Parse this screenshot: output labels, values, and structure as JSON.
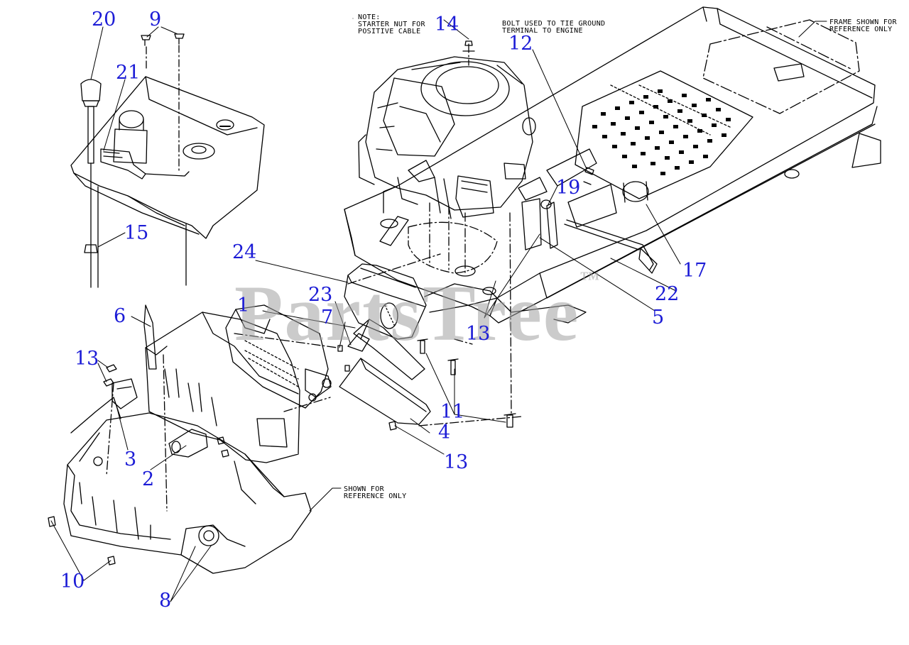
{
  "watermark": {
    "text": "PartsTree",
    "tm": "™"
  },
  "notes": {
    "starter_line1": "NOTE:",
    "starter_line2": "STARTER NUT FOR",
    "starter_line3": "POSITIVE CABLE",
    "bolt_line1": "BOLT USED TO TIE GROUND",
    "bolt_line2": "TERMINAL TO ENGINE",
    "frame_line1": "FRAME SHOWN FOR",
    "frame_line2": "REFERENCE ONLY",
    "shown_line1": "SHOWN FOR",
    "shown_line2": "REFERENCE ONLY"
  },
  "callouts": {
    "c1": "1",
    "c2": "2",
    "c3": "3",
    "c4": "4",
    "c5": "5",
    "c6": "6",
    "c7": "7",
    "c8": "8",
    "c9": "9",
    "c10": "10",
    "c11": "11",
    "c12": "12",
    "c13a": "13",
    "c13b": "13",
    "c13c": "13",
    "c14": "14",
    "c15": "15",
    "c17": "17",
    "c19": "19",
    "c20": "20",
    "c21": "21",
    "c22": "22",
    "c23": "23",
    "c24": "24"
  },
  "colors": {
    "callout": "#1c1cd6",
    "linework": "#000000",
    "watermark": "#a0a0a0"
  }
}
